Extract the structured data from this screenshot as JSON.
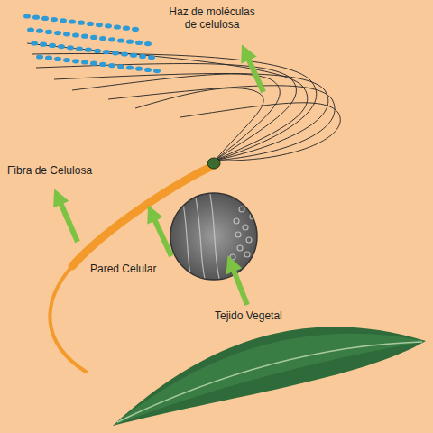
{
  "diagram": {
    "labels": [
      "Haz de moléculas de celulosa",
      "Fibra de Celulosa",
      "Pared Celular",
      "Tejido Vegetal"
    ]
  }
}
